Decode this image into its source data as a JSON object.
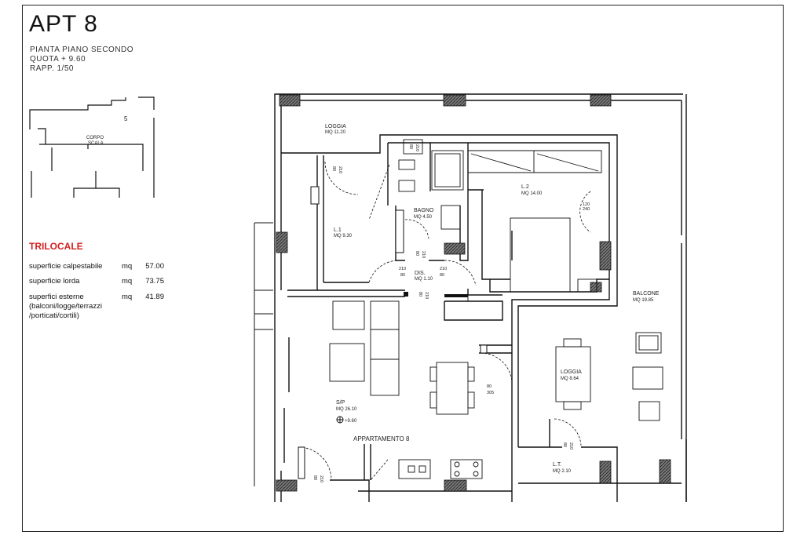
{
  "header": {
    "title": "APT 8",
    "lines": [
      "PIANTA PIANO SECONDO",
      "QUOTA + 9.60",
      "RAPP. 1/50"
    ]
  },
  "keyplan": {
    "label_top": "CORPO",
    "label_bottom": "SCALA",
    "mark": "5"
  },
  "summary": {
    "type": "TRILOCALE",
    "rows": [
      {
        "label": "superficie calpestabile",
        "unit": "mq",
        "value": "57.00"
      },
      {
        "label": "superficie lorda",
        "unit": "mq",
        "value": "73.75"
      },
      {
        "label": "superfici esterne",
        "unit": "mq",
        "value": "41.89"
      }
    ],
    "note_lines": [
      "(balconi/logge/terrazzi",
      "/porticati/cortili)"
    ]
  },
  "rooms": {
    "loggia": {
      "name": "LOGGIA",
      "area": "MQ 11.20"
    },
    "bagno": {
      "name": "BAGNO",
      "area": "MQ 4.50"
    },
    "l2": {
      "name": "L.2",
      "area": "MQ 14.00"
    },
    "l1": {
      "name": "L.1",
      "area": "MQ 9.30"
    },
    "disimpegno": {
      "name": "DIS.",
      "area": "MQ 1.10"
    },
    "balcone": {
      "name": "BALCONE",
      "area": "MQ 19.85"
    },
    "loggia2": {
      "name": "LOGGIA",
      "area": "MQ 8.64"
    },
    "soggiorno": {
      "name": "S/P",
      "area": "MQ 26.10"
    },
    "lt": {
      "name": "L.T.",
      "area": "MQ 2.10"
    },
    "level": "+9.60",
    "apartment": "APPARTAMENTO 8"
  },
  "doors": {
    "d1": {
      "w": "80",
      "h": "210"
    },
    "d2": {
      "w": "80",
      "h": "210"
    },
    "d3": {
      "w": "80",
      "h": "210"
    },
    "d4": {
      "w": "120",
      "h": "240"
    },
    "d5": {
      "w": "80",
      "h": "210"
    },
    "d6": {
      "w": "80",
      "h": "210"
    },
    "d7": {
      "w": "80",
      "h": "210"
    },
    "d8": {
      "w": "80",
      "h": "305"
    },
    "d9": {
      "w": "80",
      "h": "210"
    },
    "d10": {
      "w": "80",
      "h": "210"
    }
  }
}
